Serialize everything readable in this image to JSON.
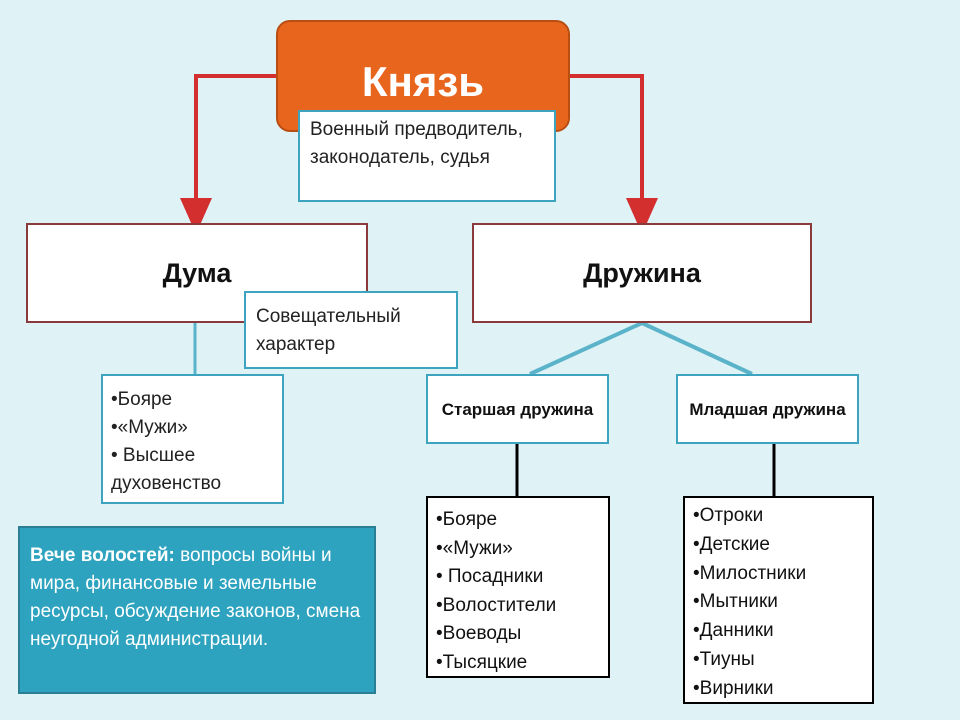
{
  "prince": {
    "title": "Князь",
    "description": "Военный предводитель, законодатель, судья"
  },
  "duma": {
    "title": "Дума",
    "description": "Совещательный характер",
    "members": [
      "Бояре",
      "«Мужи»",
      " Высшее духовенство"
    ]
  },
  "druzhina": {
    "title": "Дружина",
    "senior": {
      "title": "Старшая дружина",
      "members": [
        "Бояре",
        "«Мужи»",
        " Посадники",
        "Волостители",
        "Воеводы",
        "Тысяцкие"
      ]
    },
    "junior": {
      "title": "Младшая дружина",
      "members": [
        "Отроки",
        "Детские",
        "Милостники",
        "Мытники",
        "Данники",
        "Тиуны",
        "Вирники"
      ]
    }
  },
  "veche": {
    "label": "Вече волостей:",
    "text": " вопросы войны и мира, финансовые и земельные ресурсы, обсуждение законов, смена неугодной администрации."
  },
  "colors": {
    "prince_fill": "#e8651e",
    "accent_teal": "#3ea3be",
    "arrow_red": "#d42f2f",
    "connector": "#5ab3c9",
    "background": "#dff3f7"
  }
}
